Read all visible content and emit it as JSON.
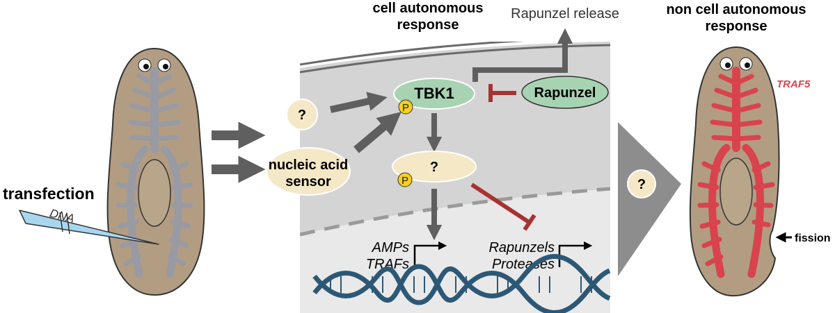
{
  "labels": {
    "cell_autonomous_line1": "cell autonomous",
    "cell_autonomous_line2": "response",
    "non_cell_line1": "non cell autonomous",
    "non_cell_line2": "response",
    "rapunzel_release": "Rapunzel release",
    "transfection": "transfection",
    "dna": "DNA",
    "tbk1": "TBK1",
    "rapunzel": "Rapunzel",
    "unknown_left": "?",
    "unknown_mid": "?",
    "unknown_right": "?",
    "phospho_tbk1": "P",
    "phospho_mid": "P",
    "sensor_line1": "nucleic acid",
    "sensor_line2": "sensor",
    "amps": "AMPs",
    "trafs": "TRAFs",
    "rapunzels": "Rapunzels",
    "proteases": "Proteases",
    "traf5": "TRAF5",
    "fission": "fission"
  },
  "colors": {
    "worm_body": "#b29d83",
    "worm_outline": "#333333",
    "gut_gray": "#999aa2",
    "gut_red": "#d9434d",
    "pharynx": "#b9a58a",
    "cell_gray": "#d4d4d4",
    "nucleus_gray": "#e9e9e9",
    "arrow_gray": "#5f5f5f",
    "inhibit_red": "#a83232",
    "tbk1_green": "#a7d3b3",
    "cream": "#f4e8c6",
    "phospho_yellow": "#f4cf1f",
    "dna_blue": "#2c5876",
    "traf5_red": "#d9434d",
    "needle_blue": "#a9d6ef"
  }
}
